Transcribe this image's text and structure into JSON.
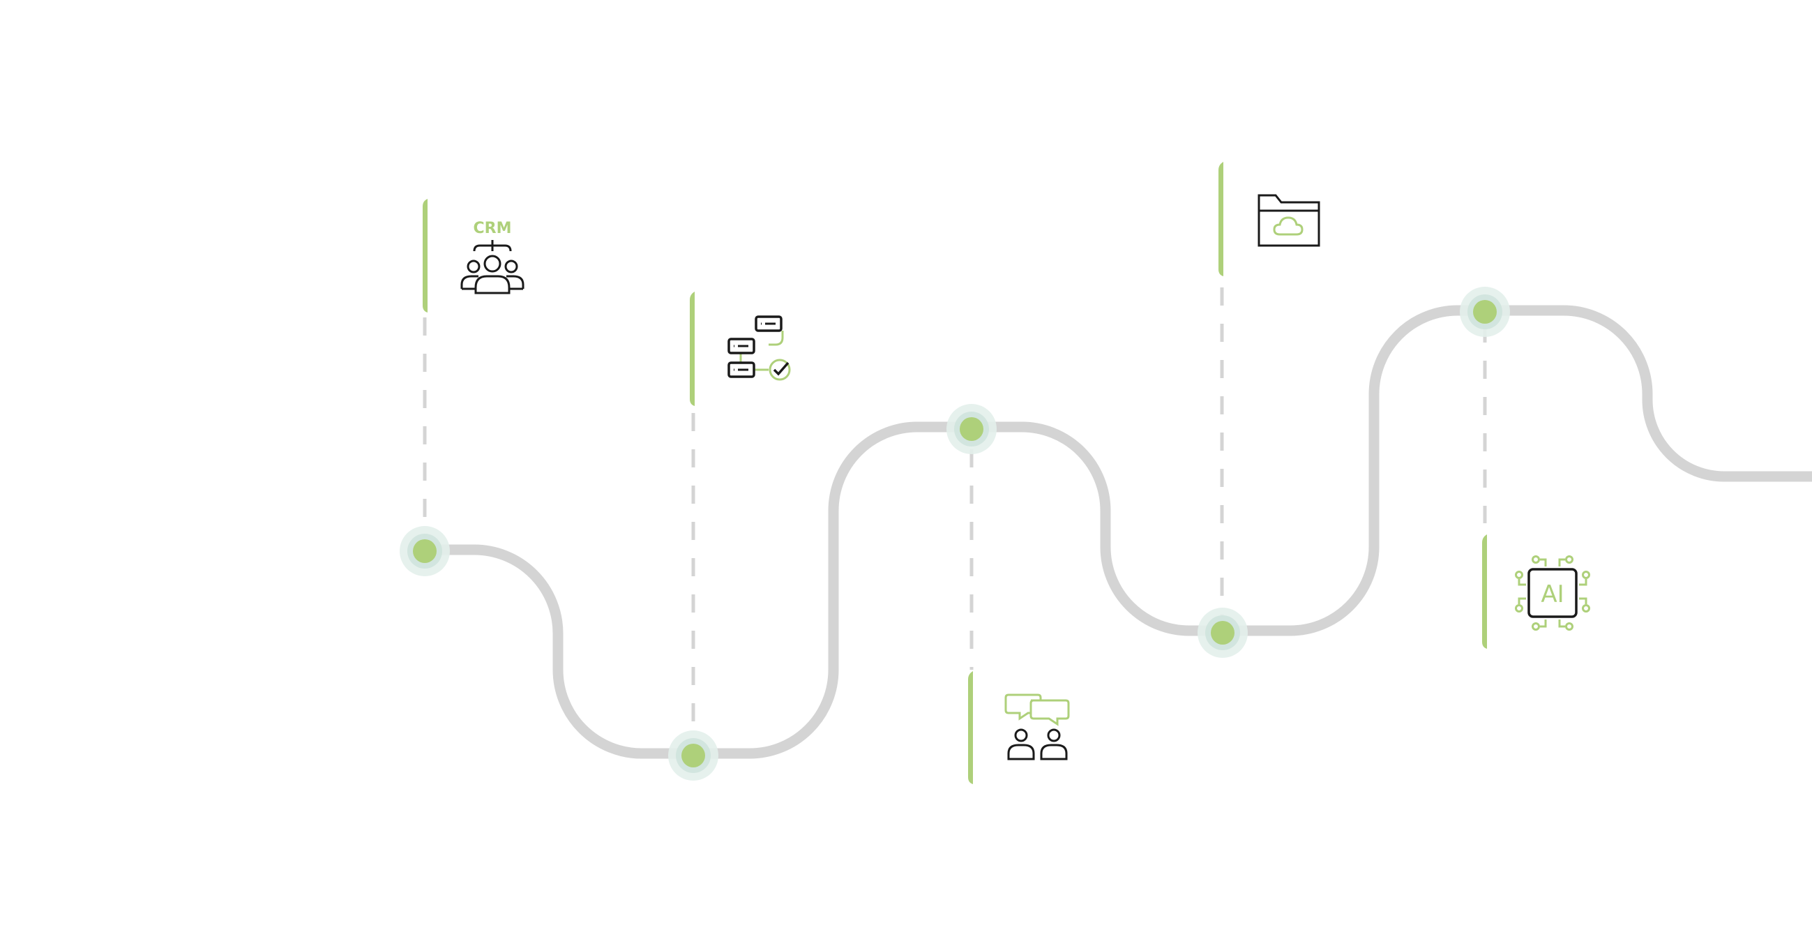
{
  "diagram": {
    "type": "roadmap-timeline",
    "colors": {
      "background": "#ffffff",
      "path": "#d4d4d4",
      "accent": "#aed07a",
      "halo_outer": "#e3efeb",
      "halo_inner": "#cfe3dd",
      "dash": "#d4d4d4",
      "icon_dark": "#1a1a1a"
    },
    "milestones": [
      {
        "id": 1,
        "icon": "crm-team-icon",
        "icon_text": "CRM",
        "card_side": "above"
      },
      {
        "id": 2,
        "icon": "workflow-approval-icon",
        "icon_text": "",
        "card_side": "above"
      },
      {
        "id": 3,
        "icon": "team-chat-icon",
        "icon_text": "",
        "card_side": "below"
      },
      {
        "id": 4,
        "icon": "cloud-folder-icon",
        "icon_text": "",
        "card_side": "above"
      },
      {
        "id": 5,
        "icon": "ai-chip-icon",
        "icon_text": "AI",
        "card_side": "below"
      }
    ]
  }
}
